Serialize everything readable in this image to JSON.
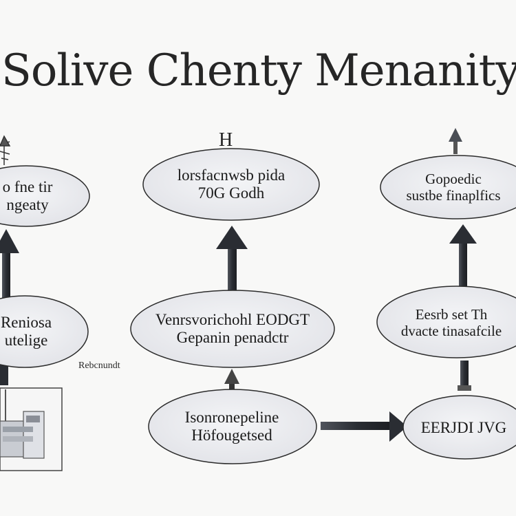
{
  "title": "Solive Chenty Menanity",
  "nodes": {
    "left_top": {
      "line1": "o fne tir",
      "line2": "ngeaty"
    },
    "left_mid": {
      "line1": "Reniosa",
      "line2": "utelige"
    },
    "center_top": {
      "line1": "lorsfacnwsb pida",
      "line2": "70G Godh"
    },
    "center_mid": {
      "line1": "Venrsvorichohl EODGT",
      "line2": "Gepanin penadctr"
    },
    "center_bottom": {
      "line1": "Isonronepeline",
      "line2": "Höfougetsed"
    },
    "right_top": {
      "line1": "Gopoedic",
      "line2": "sustbe finaplfics"
    },
    "right_mid": {
      "line1": "Eesrb set Th",
      "line2": "dvacte tinasafcile"
    },
    "right_bottom": {
      "line1": "EERJDI JVG"
    }
  },
  "side_label": "Rebcnundt",
  "top_marks": {
    "center": "H"
  },
  "colors": {
    "node_fill": "#ecedf0",
    "node_stroke": "#2b2b2b",
    "arrow": "#2a2d33",
    "text": "#1a1a1a"
  }
}
